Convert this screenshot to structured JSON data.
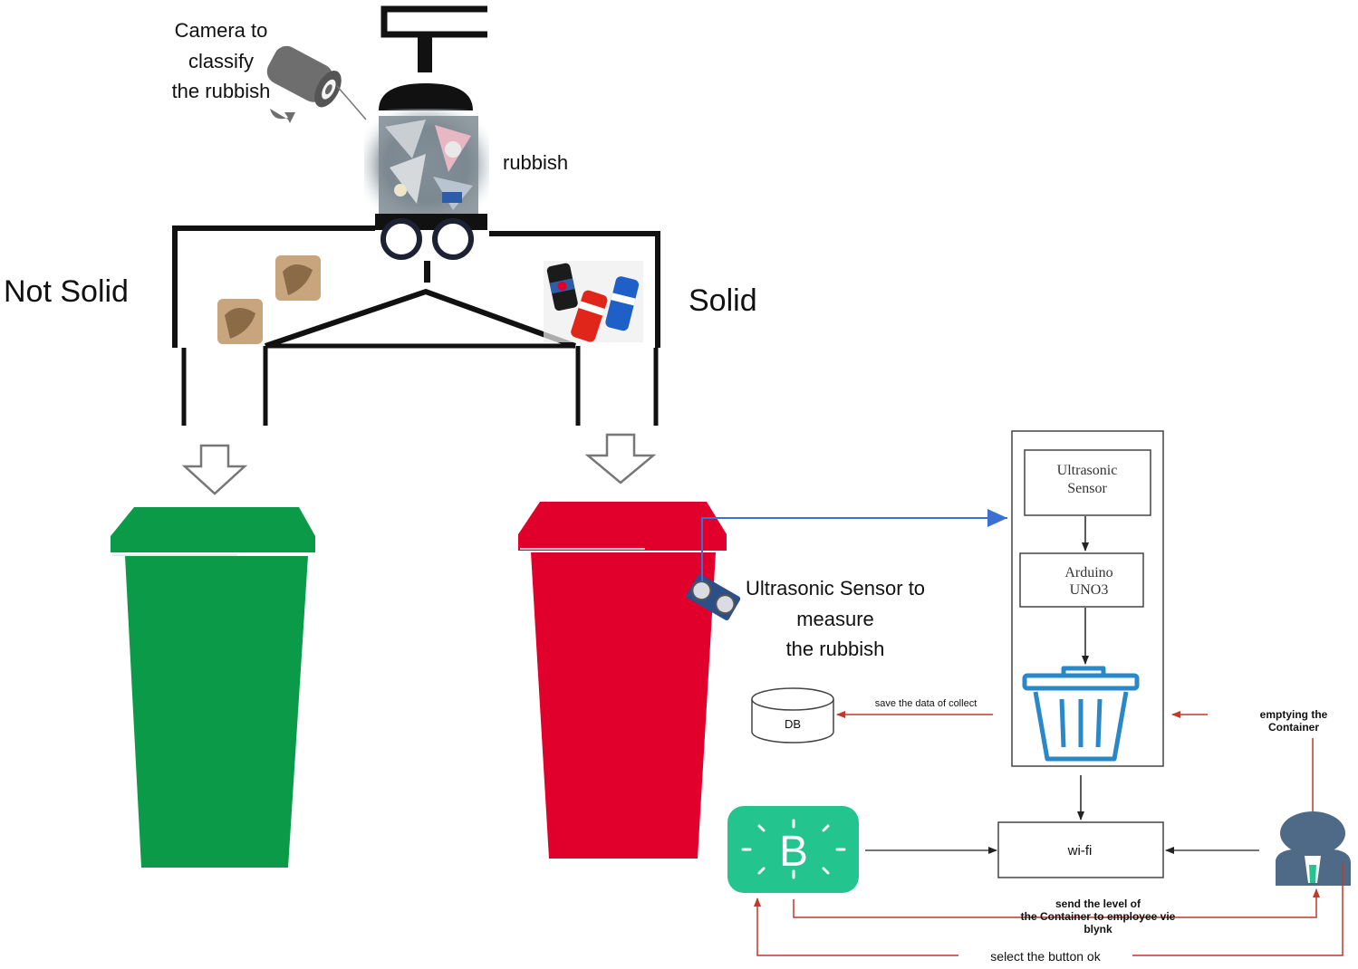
{
  "labels": {
    "camera_line1": "Camera to",
    "camera_line2": "classify",
    "camera_line3": "the rubbish",
    "rubbish": "rubbish",
    "not_solid": "Not Solid",
    "solid": "Solid",
    "sensor_line1": "Ultrasonic Sensor to",
    "sensor_line2": "measure",
    "sensor_line3": "the rubbish"
  },
  "flow": {
    "ultrasonic_line1": "Ultrasonic",
    "ultrasonic_line2": "Sensor",
    "arduino_line1": "Arduino",
    "arduino_line2": "UNO3",
    "db": "DB",
    "save_data": "save the data of collect",
    "emptying_line1": "emptying the",
    "emptying_line2": "Container",
    "wifi": "wi-fi",
    "blynk_letter": "B",
    "send_line1": "send the level of",
    "send_line2": "the Container to employee vie",
    "send_line3": "blynk",
    "select_button": "select the button ok"
  },
  "colors": {
    "green_bin": "#0a9a48",
    "red_bin": "#e0002b",
    "blynk": "#23c48e",
    "blue_arrow": "#3b6fd1",
    "red_arrow": "#c0392b",
    "trash_icon": "#2a88c9",
    "user_icon": "#4e6a86"
  },
  "icons": [
    "camera-icon",
    "arrow-icon",
    "trash-can-icon",
    "user-icon",
    "blynk-logo-icon",
    "database-icon",
    "ultrasonic-sensor-icon"
  ]
}
